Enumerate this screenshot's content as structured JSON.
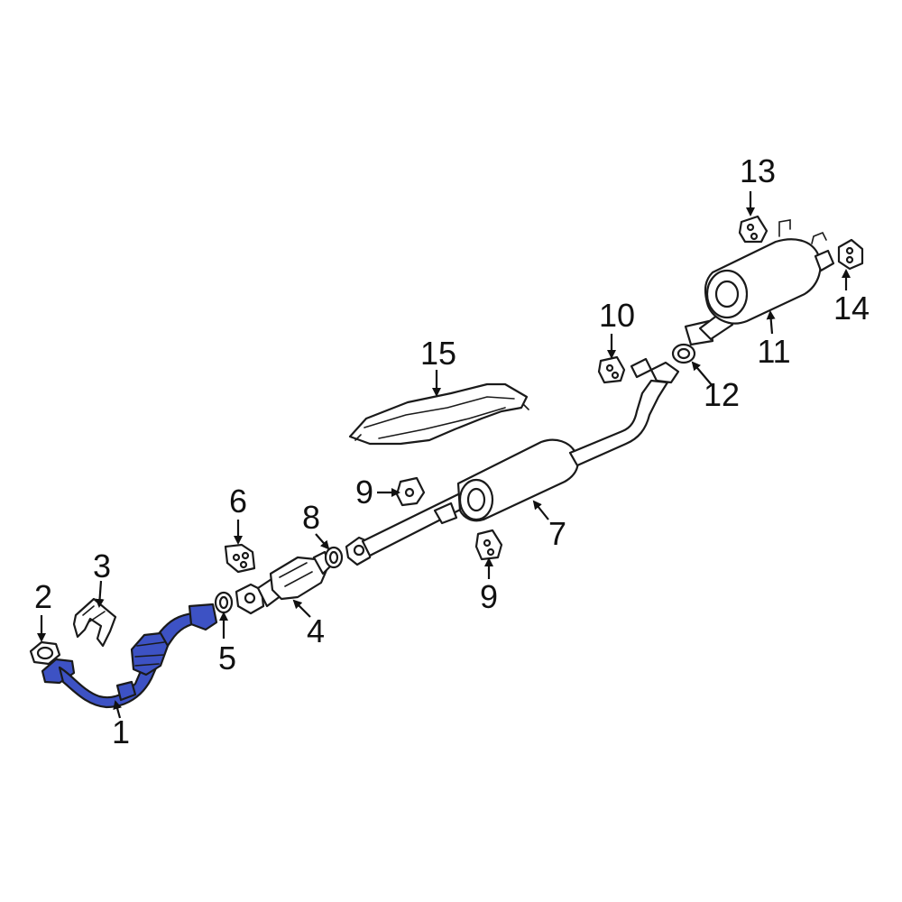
{
  "colors": {
    "highlight": "#3d52c4",
    "line": "#1a1a1a",
    "background": "#ffffff"
  },
  "callouts": [
    {
      "id": "c1",
      "label": "1"
    },
    {
      "id": "c2",
      "label": "2"
    },
    {
      "id": "c3",
      "label": "3"
    },
    {
      "id": "c4",
      "label": "4"
    },
    {
      "id": "c5",
      "label": "5"
    },
    {
      "id": "c6",
      "label": "6"
    },
    {
      "id": "c7",
      "label": "7"
    },
    {
      "id": "c8",
      "label": "8"
    },
    {
      "id": "c9a",
      "label": "9"
    },
    {
      "id": "c9b",
      "label": "9"
    },
    {
      "id": "c10",
      "label": "10"
    },
    {
      "id": "c11",
      "label": "11"
    },
    {
      "id": "c12",
      "label": "12"
    },
    {
      "id": "c13",
      "label": "13"
    },
    {
      "id": "c14",
      "label": "14"
    },
    {
      "id": "c15",
      "label": "15"
    }
  ]
}
